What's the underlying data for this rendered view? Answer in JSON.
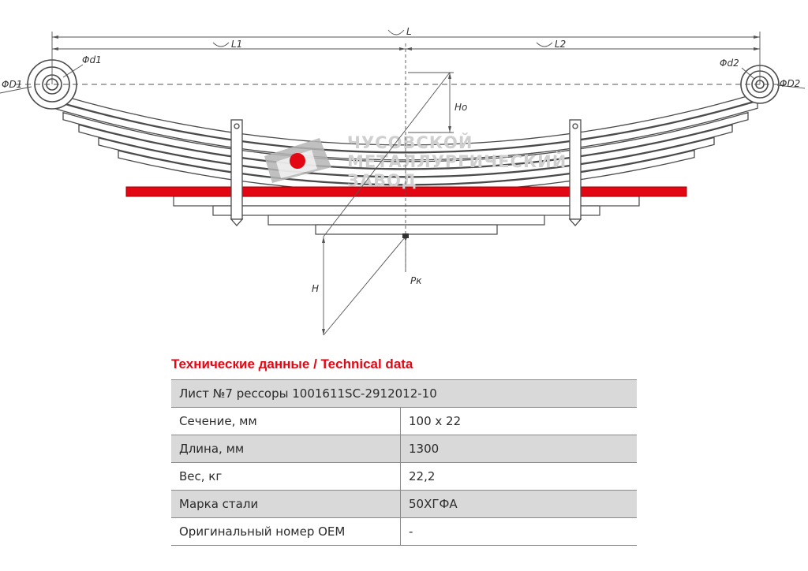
{
  "drawing": {
    "dimension_labels": {
      "total_length": "L",
      "left_length": "L1",
      "right_length": "L2",
      "left_eye_inner": "Φd1",
      "left_eye_outer": "ΦD1",
      "right_eye_inner": "Φd2",
      "right_eye_outer": "ΦD2",
      "free_height": "Ho",
      "height": "H",
      "load": "Pк"
    },
    "watermark": {
      "line1": "ЧУСОВСКОЙ",
      "line2": "МЕТАЛЛУРГИЧЕСКИЙ",
      "line3": "ЗАВОД"
    },
    "colors": {
      "highlight_leaf": "#e30613",
      "outline": "#4a4a4a",
      "logo_gray": "#b5b5b5",
      "logo_red": "#e30613"
    }
  },
  "section_title": "Технические данные / Technical data",
  "table": {
    "header": "Лист №7 рессоры 1001611SC-2912012-10",
    "rows": [
      {
        "label": "Сечение, мм",
        "value": "100 х 22"
      },
      {
        "label": "Длина, мм",
        "value": "1300"
      },
      {
        "label": "Вес, кг",
        "value": "22,2"
      },
      {
        "label": "Марка стали",
        "value": "50ХГФА"
      },
      {
        "label": "Оригинальный номер OEM",
        "value": "-"
      }
    ]
  }
}
